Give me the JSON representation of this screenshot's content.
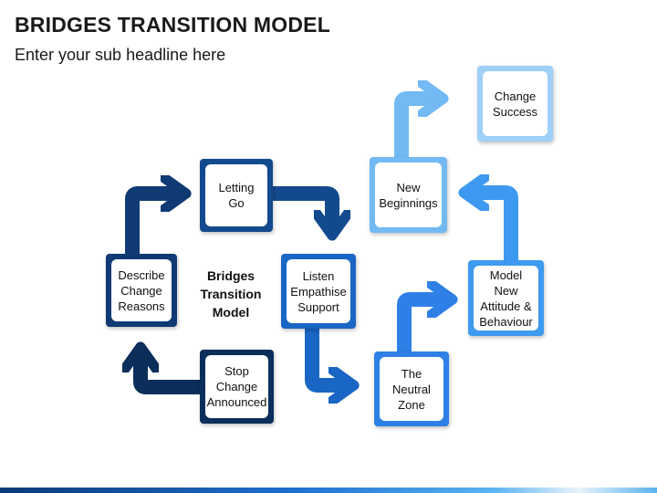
{
  "header": {
    "title": "BRIDGES TRANSITION MODEL",
    "subtitle": "Enter your sub headline here"
  },
  "center_label": "Bridges\nTransition\nModel",
  "nodes": {
    "stop": {
      "label": "Stop\nChange\nAnnounced",
      "color": "#0b2e5a"
    },
    "describe": {
      "label": "Describe\nChange\nReasons",
      "color": "#0f3a73"
    },
    "letting_go": {
      "label": "Letting\nGo",
      "color": "#134a8e"
    },
    "listen": {
      "label": "Listen\nEmpathise\nSupport",
      "color": "#1a66c4"
    },
    "neutral": {
      "label": "The\nNeutral\nZone",
      "color": "#2f80e6"
    },
    "model": {
      "label": "Model\nNew\nAttitude &\nBehaviour",
      "color": "#3e9af0"
    },
    "beginnings": {
      "label": "New\nBeginnings",
      "color": "#73b9f4"
    },
    "success": {
      "label": "Change\nSuccess",
      "color": "#9fd0f8"
    }
  }
}
